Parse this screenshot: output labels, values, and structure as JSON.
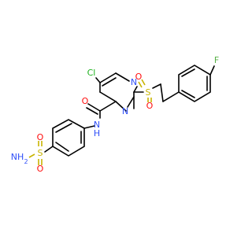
{
  "molecule": {
    "atoms": {
      "cl": "Cl",
      "n_ring_top": "N",
      "n_ring_bottom": "N",
      "o_amide": "O",
      "nh_amide": "N",
      "h_amide": "H",
      "s_sulfonyl": "S",
      "o_sulfonyl_left": "O",
      "o_sulfonyl_bottom": "O",
      "f": "F",
      "s_sulfonamide": "S",
      "o_sulfonamide_top": "O",
      "o_sulfonamide_bottom": "O",
      "nh2": "NH",
      "nh2_sub": "2"
    },
    "colors": {
      "bond": "#000000",
      "carbon": "#000000",
      "nitrogen": "#3050F8",
      "oxygen": "#FF0D0D",
      "sulfur": "#C8B400",
      "chlorine": "#1FB21F",
      "fluorine": "#56B045"
    }
  }
}
